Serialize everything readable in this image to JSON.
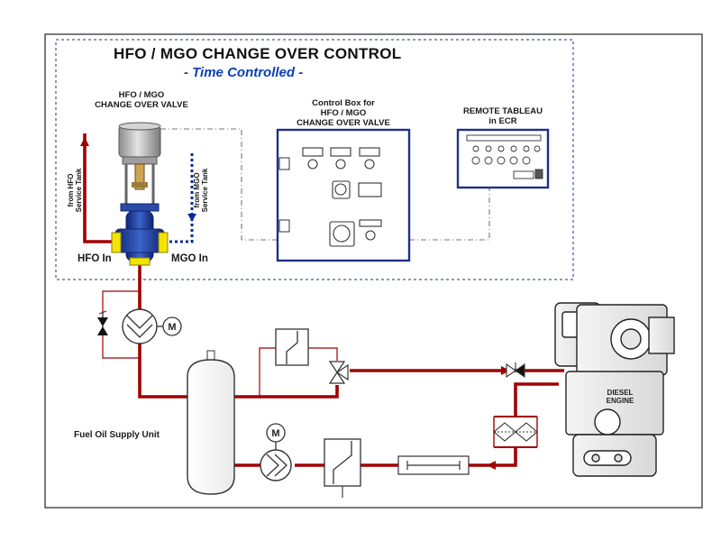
{
  "title": "HFO / MGO CHANGE OVER CONTROL",
  "subtitle": "- Time Controlled -",
  "labels": {
    "valve_line1": "HFO / MGO",
    "valve_line2": "CHANGE OVER VALVE",
    "control_box_line1": "Control Box for",
    "control_box_line2": "HFO / MGO",
    "control_box_line3": "CHANGE OVER VALVE",
    "tableau_line1": "REMOTE TABLEAU",
    "tableau_line2": "in ECR",
    "hfo_tank_line1": "from HFO",
    "hfo_tank_line2": "Service Tank",
    "mgo_tank_line1": "from MGO",
    "mgo_tank_line2": "Service Tank",
    "hfo_in": "HFO In",
    "mgo_in": "MGO In",
    "supply_unit": "Fuel Oil Supply Unit",
    "engine_line1": "DIESEL",
    "engine_line2": "ENGINE",
    "motor_symbol": "M"
  },
  "colors": {
    "pipe": "#a00000",
    "mgo_line": "#0a2a9a",
    "box_border": "#1f2f8a",
    "valve_body": "#1e3a9a",
    "flange": "#f2e400",
    "actuator": "#bdbdbd"
  },
  "icons": [
    "motor-icon",
    "pump-icon",
    "heater-icon",
    "filter-icon",
    "valve-icon",
    "engine-icon",
    "viscosity-meter-icon"
  ]
}
